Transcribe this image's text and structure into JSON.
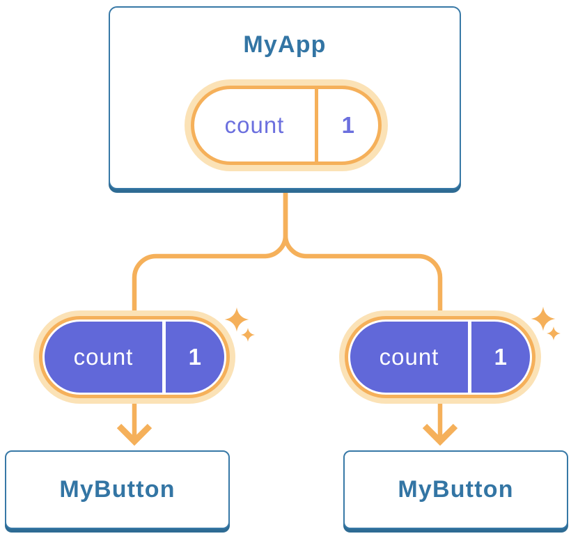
{
  "colors": {
    "card_border": "#3778A6",
    "card_shadow": "#2E6B93",
    "title_text": "#3375A4",
    "orange": "#F5B05A",
    "orange_glow": "#FBE2B6",
    "purple_fill": "#6168D9",
    "purple_text": "#6B6FDE",
    "pill_bg": "#FFFFFF"
  },
  "icons": {
    "sparkle": "four-point-star"
  },
  "diagram": {
    "root": {
      "title": "MyApp",
      "state": {
        "name": "count",
        "value": "1"
      }
    },
    "children": [
      {
        "title": "MyButton",
        "state": {
          "name": "count",
          "value": "1"
        }
      },
      {
        "title": "MyButton",
        "state": {
          "name": "count",
          "value": "1"
        }
      }
    ]
  }
}
